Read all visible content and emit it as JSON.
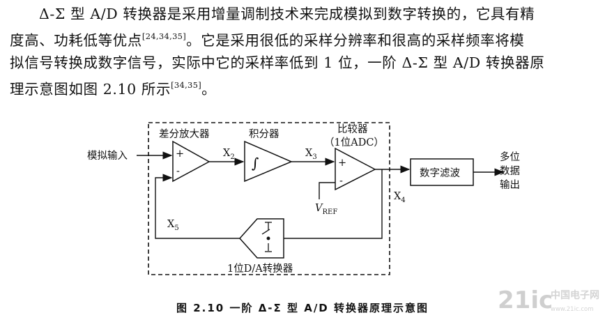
{
  "paragraph": {
    "line1": "Δ-Σ 型 A/D 转换器是采用增量调制技术来完成模拟到数字转换的，它具有精",
    "line2_pre": "度高、功耗低等优点",
    "line2_ref": "[24,34,35]",
    "line2_post": "。它是采用很低的采样分辨率和很高的采样频率将模",
    "line3": "拟信号转换成数字信号，实际中它的采样率低到 1 位，一阶 Δ-Σ 型 A/D 转换器原",
    "line4_pre": "理示意图如图 2.10 所示",
    "line4_ref": "[34,35]",
    "line4_post": "。"
  },
  "diagram": {
    "input_label": "模拟输入",
    "diff_amp_label": "差分放大器",
    "integrator_label": "积分器",
    "comparator_label": "比较器",
    "comparator_sublabel": "（1位ADC）",
    "plus_sign": "+",
    "minus_sign": "-",
    "x2_label": "X",
    "x2_sub": "2",
    "x3_label": "X",
    "x3_sub": "3",
    "x4_label": "X",
    "x4_sub": "4",
    "x5_label": "X",
    "x5_sub": "5",
    "vref_label": "V",
    "vref_sub": "REF",
    "filter_label": "数字滤波",
    "output_label_1": "多位",
    "output_label_2": "数据",
    "output_label_3": "输出",
    "dac_label": "1位D/A转换器"
  },
  "caption": "图 2.10   一阶 Δ-Σ 型 A/D 转换器原理示意图",
  "watermark": {
    "brand": "21ic",
    "cn_text": "中国电子网",
    "url": "www.21ic.com"
  }
}
